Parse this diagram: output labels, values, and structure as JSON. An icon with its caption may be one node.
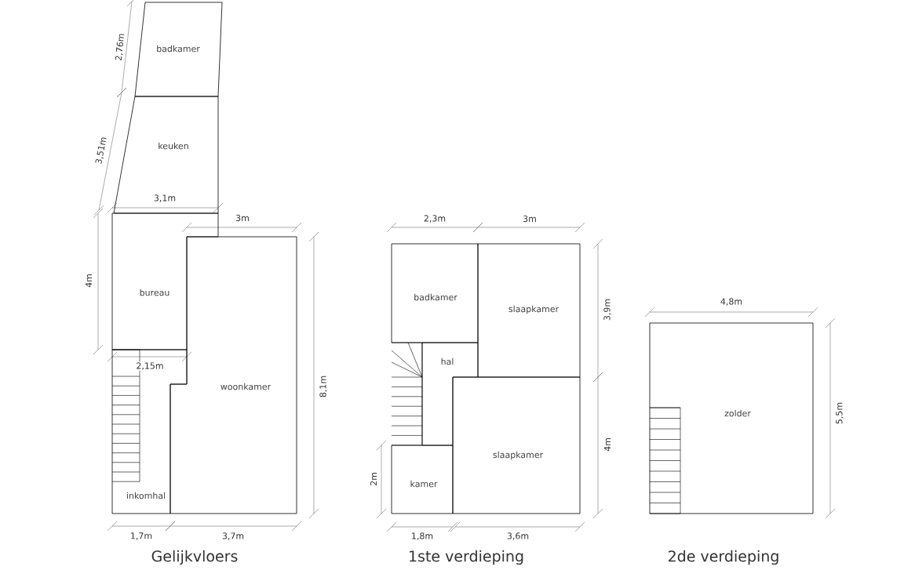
{
  "diagram": {
    "nodes": [
      {
        "text": [
          "badkamer"
        ]
      },
      {
        "text": [
          "keuken"
        ]
      },
      {
        "text": [
          "bureau"
        ]
      },
      {
        "text": [
          "woonkamer"
        ]
      },
      {
        "text": [
          "inkomhal"
        ]
      },
      {
        "text": [
          "badkamer"
        ]
      },
      {
        "text": [
          "slaapkamer"
        ]
      },
      {
        "text": [
          "hal"
        ]
      },
      {
        "text": [
          "slaapkamer"
        ]
      },
      {
        "text": [
          "kamer"
        ]
      },
      {
        "text": [
          "zolder"
        ]
      }
    ],
    "labels": [
      "2,76m",
      "3,51m",
      "3,1m",
      "3m",
      "4m",
      "2,15m",
      "8,1m",
      "1,7m",
      "3,7m",
      "2,3m",
      "3m",
      "3,9m",
      "4m",
      "2m",
      "1,8m",
      "3,6m",
      "4,8m",
      "5,5m",
      "Gelijkvloers",
      "1ste verdieping",
      "2de verdieping"
    ]
  }
}
